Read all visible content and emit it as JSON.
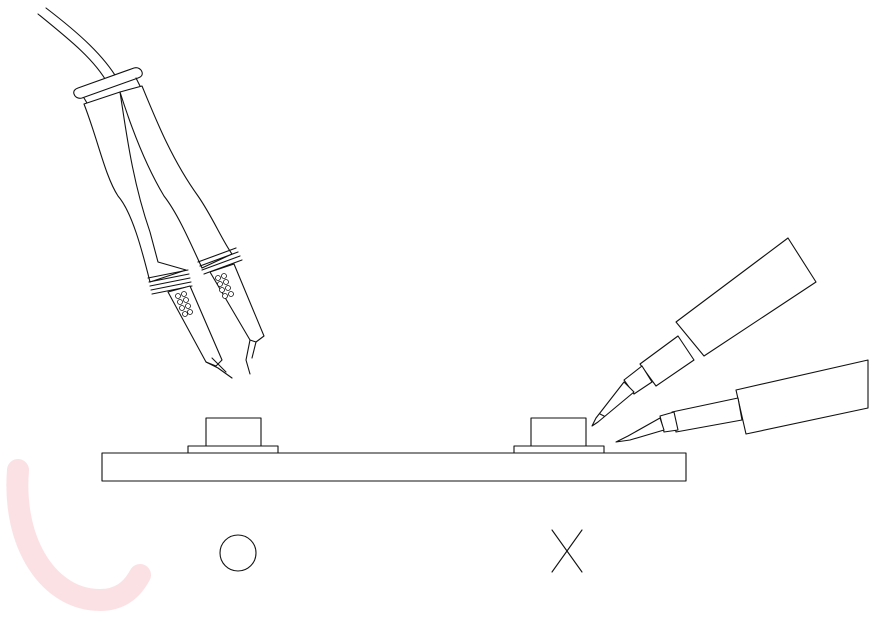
{
  "colors": {
    "line": "#111111",
    "background": "#ffffff",
    "watermark": "#e0162b"
  },
  "figure": {
    "correct_mark": "○",
    "incorrect_mark": "X",
    "left_tool": "tweezer-soldering-iron",
    "right_tool": "dual-soldering-irons",
    "component": "chip-component-on-pcb"
  }
}
